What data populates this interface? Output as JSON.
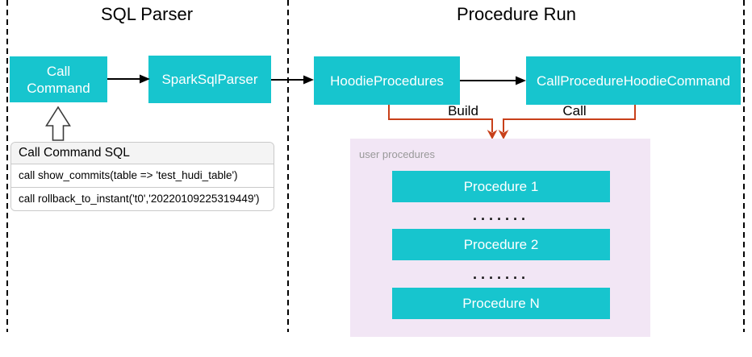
{
  "colors": {
    "teal": "#17C5CE",
    "orange": "#C8401A",
    "purple_bg": "#F2E6F5",
    "table_header_bg": "#F4F4F4",
    "table_border": "#C9C9C9",
    "gray_label": "#999999",
    "ink": "#000000"
  },
  "sections": {
    "sql_parser": {
      "title": "SQL Parser",
      "nodes": {
        "call_command": "Call Command",
        "spark_sql_parser": "SparkSqlParser"
      },
      "sql_table": {
        "header": "Call Command SQL",
        "rows": [
          "call show_commits(table => 'test_hudi_table')",
          "call rollback_to_instant('t0','20220109225319449')"
        ]
      }
    },
    "procedure_run": {
      "title": "Procedure Run",
      "nodes": {
        "hoodie_procedures": "HoodieProcedures",
        "call_procedure_hoodie_command": "CallProcedureHoodieCommand"
      },
      "edges": {
        "build_label": "Build",
        "call_label": "Call"
      },
      "user_procedures": {
        "label": "user procedures",
        "items": [
          "Procedure 1",
          "Procedure 2",
          "Procedure N"
        ],
        "ellipsis": "·······"
      }
    }
  }
}
